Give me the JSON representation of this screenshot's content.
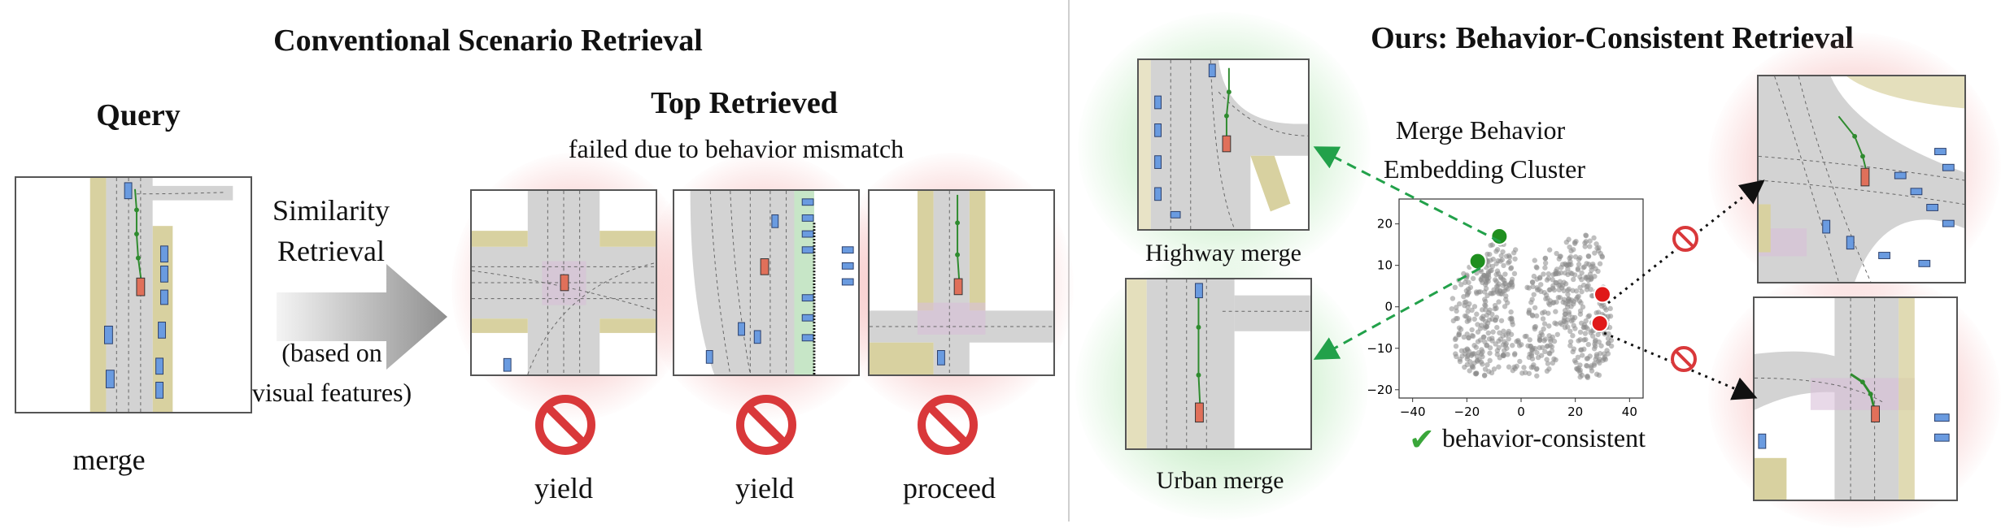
{
  "left": {
    "title": "Conventional Scenario Retrieval",
    "query_label": "Query",
    "query_caption": "merge",
    "arrow_title_line1": "Similarity",
    "arrow_title_line2": "Retrieval",
    "arrow_note_line1": "(based on",
    "arrow_note_line2": "visual features)",
    "top_title": "Top Retrieved",
    "top_subtitle": "failed due to behavior mismatch",
    "results": [
      {
        "label": "yield"
      },
      {
        "label": "yield"
      },
      {
        "label": "proceed"
      }
    ]
  },
  "right": {
    "title": "Ours: Behavior-Consistent Retrieval",
    "cluster_title_line1": "Merge Behavior",
    "cluster_title_line2": "Embedding Cluster",
    "highway_label": "Highway merge",
    "urban_label": "Urban merge",
    "check_label": "behavior-consistent"
  },
  "colors": {
    "lane_gray": "#d3d3d3",
    "sidewalk_tan": "#d8d1a0",
    "ego_red": "#e0705a",
    "vehicle_blue": "#6a9be0",
    "path_green": "#2e8b2e",
    "forbid_red": "#d9383a",
    "scatter_gray": "#8a8a8a",
    "check_green": "#3aa63a"
  },
  "chart_data": {
    "type": "scatter",
    "xticks": [
      "−40",
      "−20",
      "0",
      "20",
      "40"
    ],
    "yticks": [
      "20",
      "10",
      "0",
      "−10",
      "−20"
    ],
    "xlim": [
      -45,
      45
    ],
    "ylim": [
      -22,
      26
    ],
    "highlight_points": [
      {
        "x": -8,
        "y": 17,
        "color": "green"
      },
      {
        "x": -16,
        "y": 11,
        "color": "green"
      },
      {
        "x": 30,
        "y": 3,
        "color": "red"
      },
      {
        "x": 29,
        "y": -4,
        "color": "red"
      }
    ]
  }
}
